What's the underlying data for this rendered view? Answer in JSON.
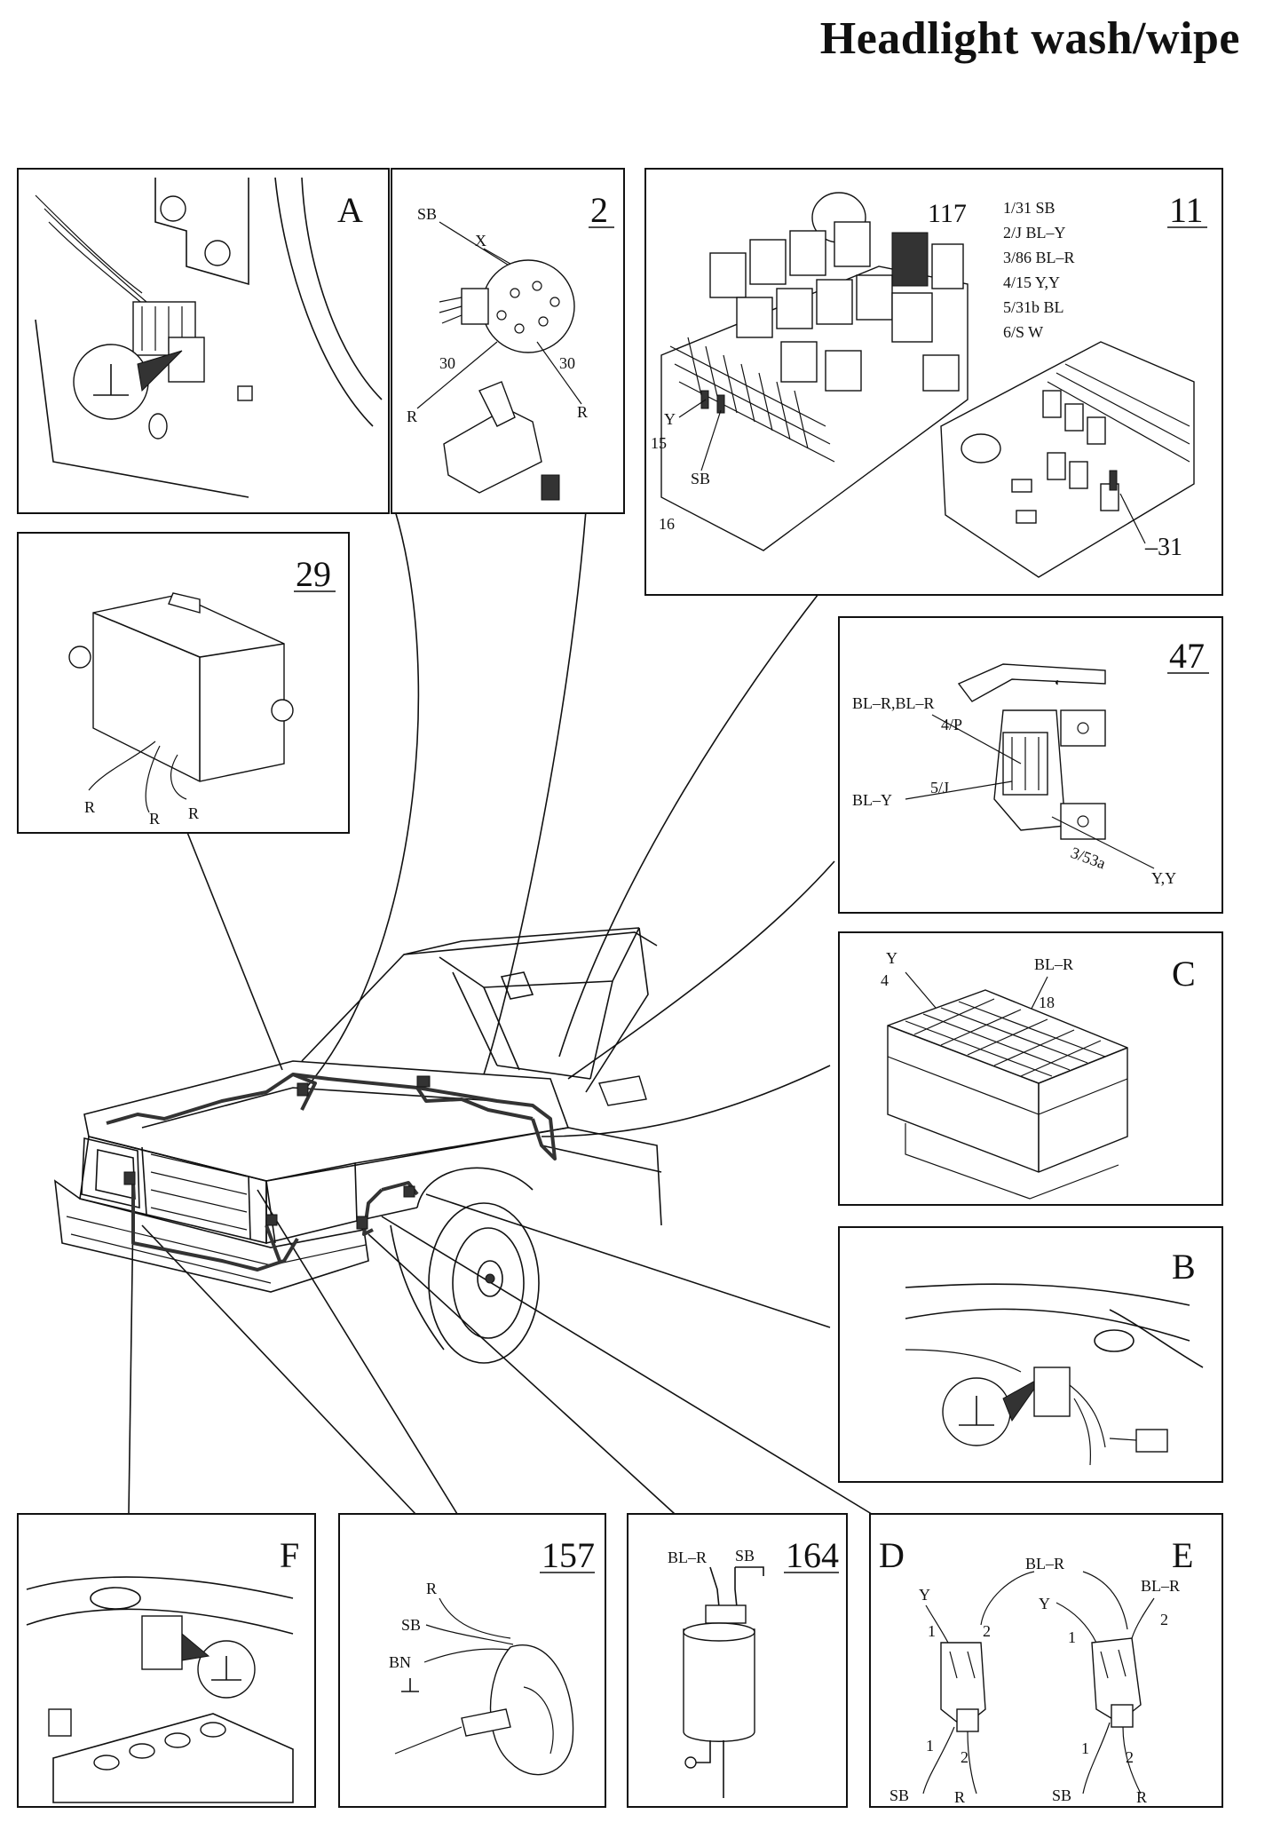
{
  "title": "Headlight wash/wipe",
  "panels": {
    "A": {
      "id": "A"
    },
    "p2": {
      "id": "2",
      "labels": {
        "sb": "SB",
        "x": "X",
        "t30a": "30",
        "t30b": "30",
        "ra": "R",
        "rb": "R"
      }
    },
    "p11": {
      "id": "11",
      "relay": "117",
      "legend": [
        "1/31 SB",
        "2/J BL–Y",
        "3/86 BL–R",
        "4/15 Y,Y",
        "5/31b BL",
        "6/S W"
      ],
      "labels": {
        "y": "Y",
        "n15": "15",
        "sb": "SB",
        "n16": "16",
        "n31": "–31"
      }
    },
    "p29": {
      "id": "29",
      "labels": {
        "r1": "R",
        "r2": "R",
        "r3": "R"
      }
    },
    "p47": {
      "id": "47",
      "labels": {
        "blr": "BL–R,BL–R",
        "p4": "4/P",
        "j5": "5/J",
        "bly": "BL–Y",
        "a353": "3/53a",
        "yy": "Y,Y"
      }
    },
    "C": {
      "id": "C",
      "labels": {
        "y": "Y",
        "n4": "4",
        "blr": "BL–R",
        "n18": "18"
      }
    },
    "B": {
      "id": "B"
    },
    "F": {
      "id": "F"
    },
    "p157": {
      "id": "157",
      "labels": {
        "r": "R",
        "sb": "SB",
        "bn": "BN"
      }
    },
    "p164": {
      "id": "164",
      "labels": {
        "blr": "BL–R",
        "sb": "SB"
      }
    },
    "DE": {
      "id_d": "D",
      "id_e": "E",
      "labels": {
        "blr_top": "BL–R",
        "y_d": "Y",
        "d1": "1",
        "d2": "2",
        "d1b": "1",
        "d2b": "2",
        "sb_d": "SB",
        "r_d": "R",
        "y_e": "Y",
        "blr_e": "BL–R",
        "e1": "1",
        "e2": "2",
        "e1b": "1",
        "e2b": "2",
        "sb_e": "SB",
        "r_e": "R"
      }
    }
  }
}
